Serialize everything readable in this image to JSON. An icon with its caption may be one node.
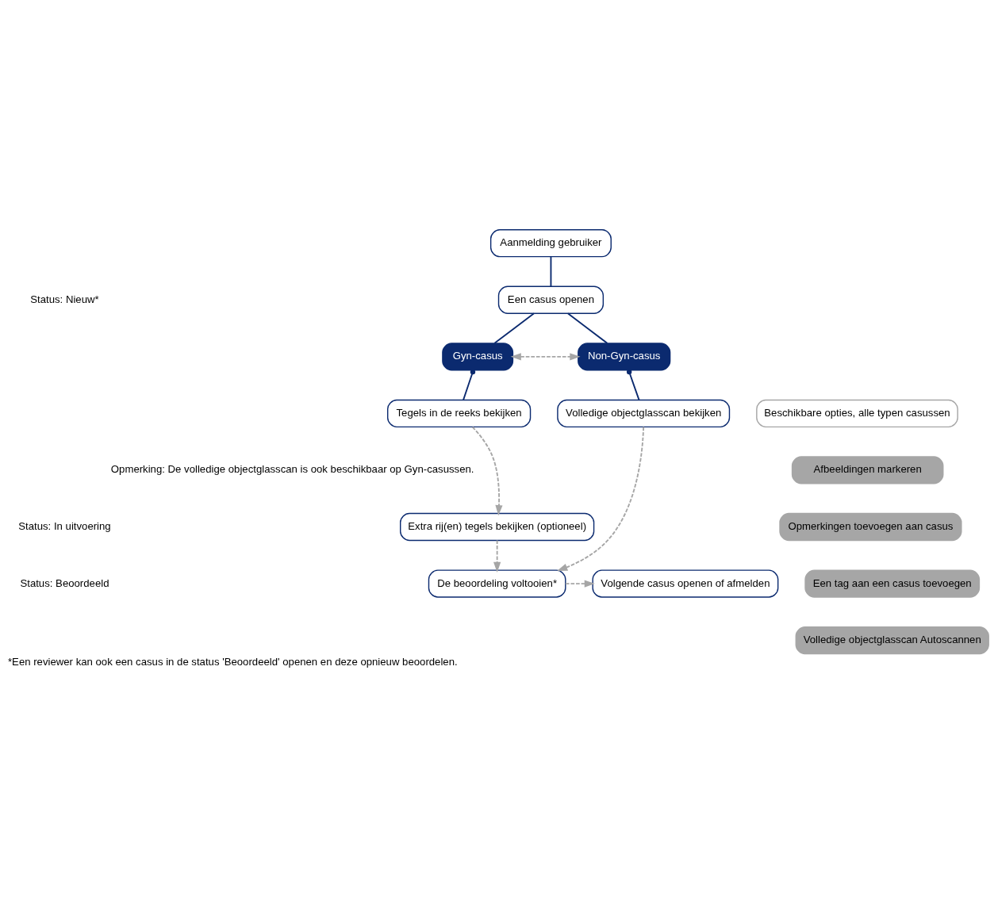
{
  "diagram": {
    "caption": "*Een reviewer kan ook een casus in de status 'Beoordeeld' openen en deze opnieuw beoordelen.",
    "nodes": [
      {
        "text": [
          "Aanmelding gebruiker"
        ]
      },
      {
        "text": [
          "Een casus openen"
        ]
      },
      {
        "text": [
          "Gyn-casus"
        ]
      },
      {
        "text": [
          "Non-Gyn-casus"
        ]
      },
      {
        "text": [
          "Tegels in de reeks bekijken"
        ]
      },
      {
        "text": [
          "Volledige objectglasscan bekijken"
        ]
      },
      {
        "text": [
          "Beschikbare opties, alle typen casussen"
        ]
      },
      {
        "text": [
          "Afbeeldingen markeren"
        ]
      },
      {
        "text": [
          "Opmerkingen toevoegen aan casus"
        ]
      },
      {
        "text": [
          "Een tag aan een casus toevoegen"
        ]
      },
      {
        "text": [
          "Volledige objectglasscan Autoscannen"
        ]
      },
      {
        "text": [
          "Extra rij(en) tegels bekijken (optioneel)"
        ]
      },
      {
        "text": [
          "De beoordeling voltooien*"
        ]
      },
      {
        "text": [
          "Volgende casus openen of afmelden"
        ]
      }
    ],
    "edges": [
      {
        "from": 0,
        "to": 1,
        "arrow": "none",
        "color": "#0b2a6f"
      },
      {
        "from": 1,
        "to": 2,
        "arrow": "none",
        "color": "#0b2a6f"
      },
      {
        "from": 1,
        "to": 3,
        "arrow": "none",
        "color": "#0b2a6f"
      },
      {
        "from": 2,
        "to": 3,
        "arrow": "both",
        "style": "dashed",
        "color": "#a6a6a6"
      },
      {
        "from": 2,
        "to": 4,
        "arrow": "other",
        "color": "#0b2a6f"
      },
      {
        "from": 3,
        "to": 5,
        "arrow": "other",
        "color": "#0b2a6f"
      },
      {
        "from": 4,
        "to": 11,
        "arrow": "to",
        "style": "dashed",
        "color": "#a6a6a6"
      },
      {
        "from": 5,
        "to": 12,
        "arrow": "to",
        "style": "dashed",
        "color": "#a6a6a6"
      },
      {
        "from": 11,
        "to": 12,
        "arrow": "to",
        "style": "dashed",
        "color": "#a6a6a6"
      },
      {
        "from": 12,
        "to": 13,
        "arrow": "to",
        "style": "dashed",
        "color": "#a6a6a6"
      }
    ],
    "labels": [
      "Status: Nieuw*",
      "Opmerking: De volledige objectglasscan is ook beschikbaar op Gyn-casussen.",
      "Status: In uitvoering",
      "Status: Beoordeeld"
    ]
  }
}
